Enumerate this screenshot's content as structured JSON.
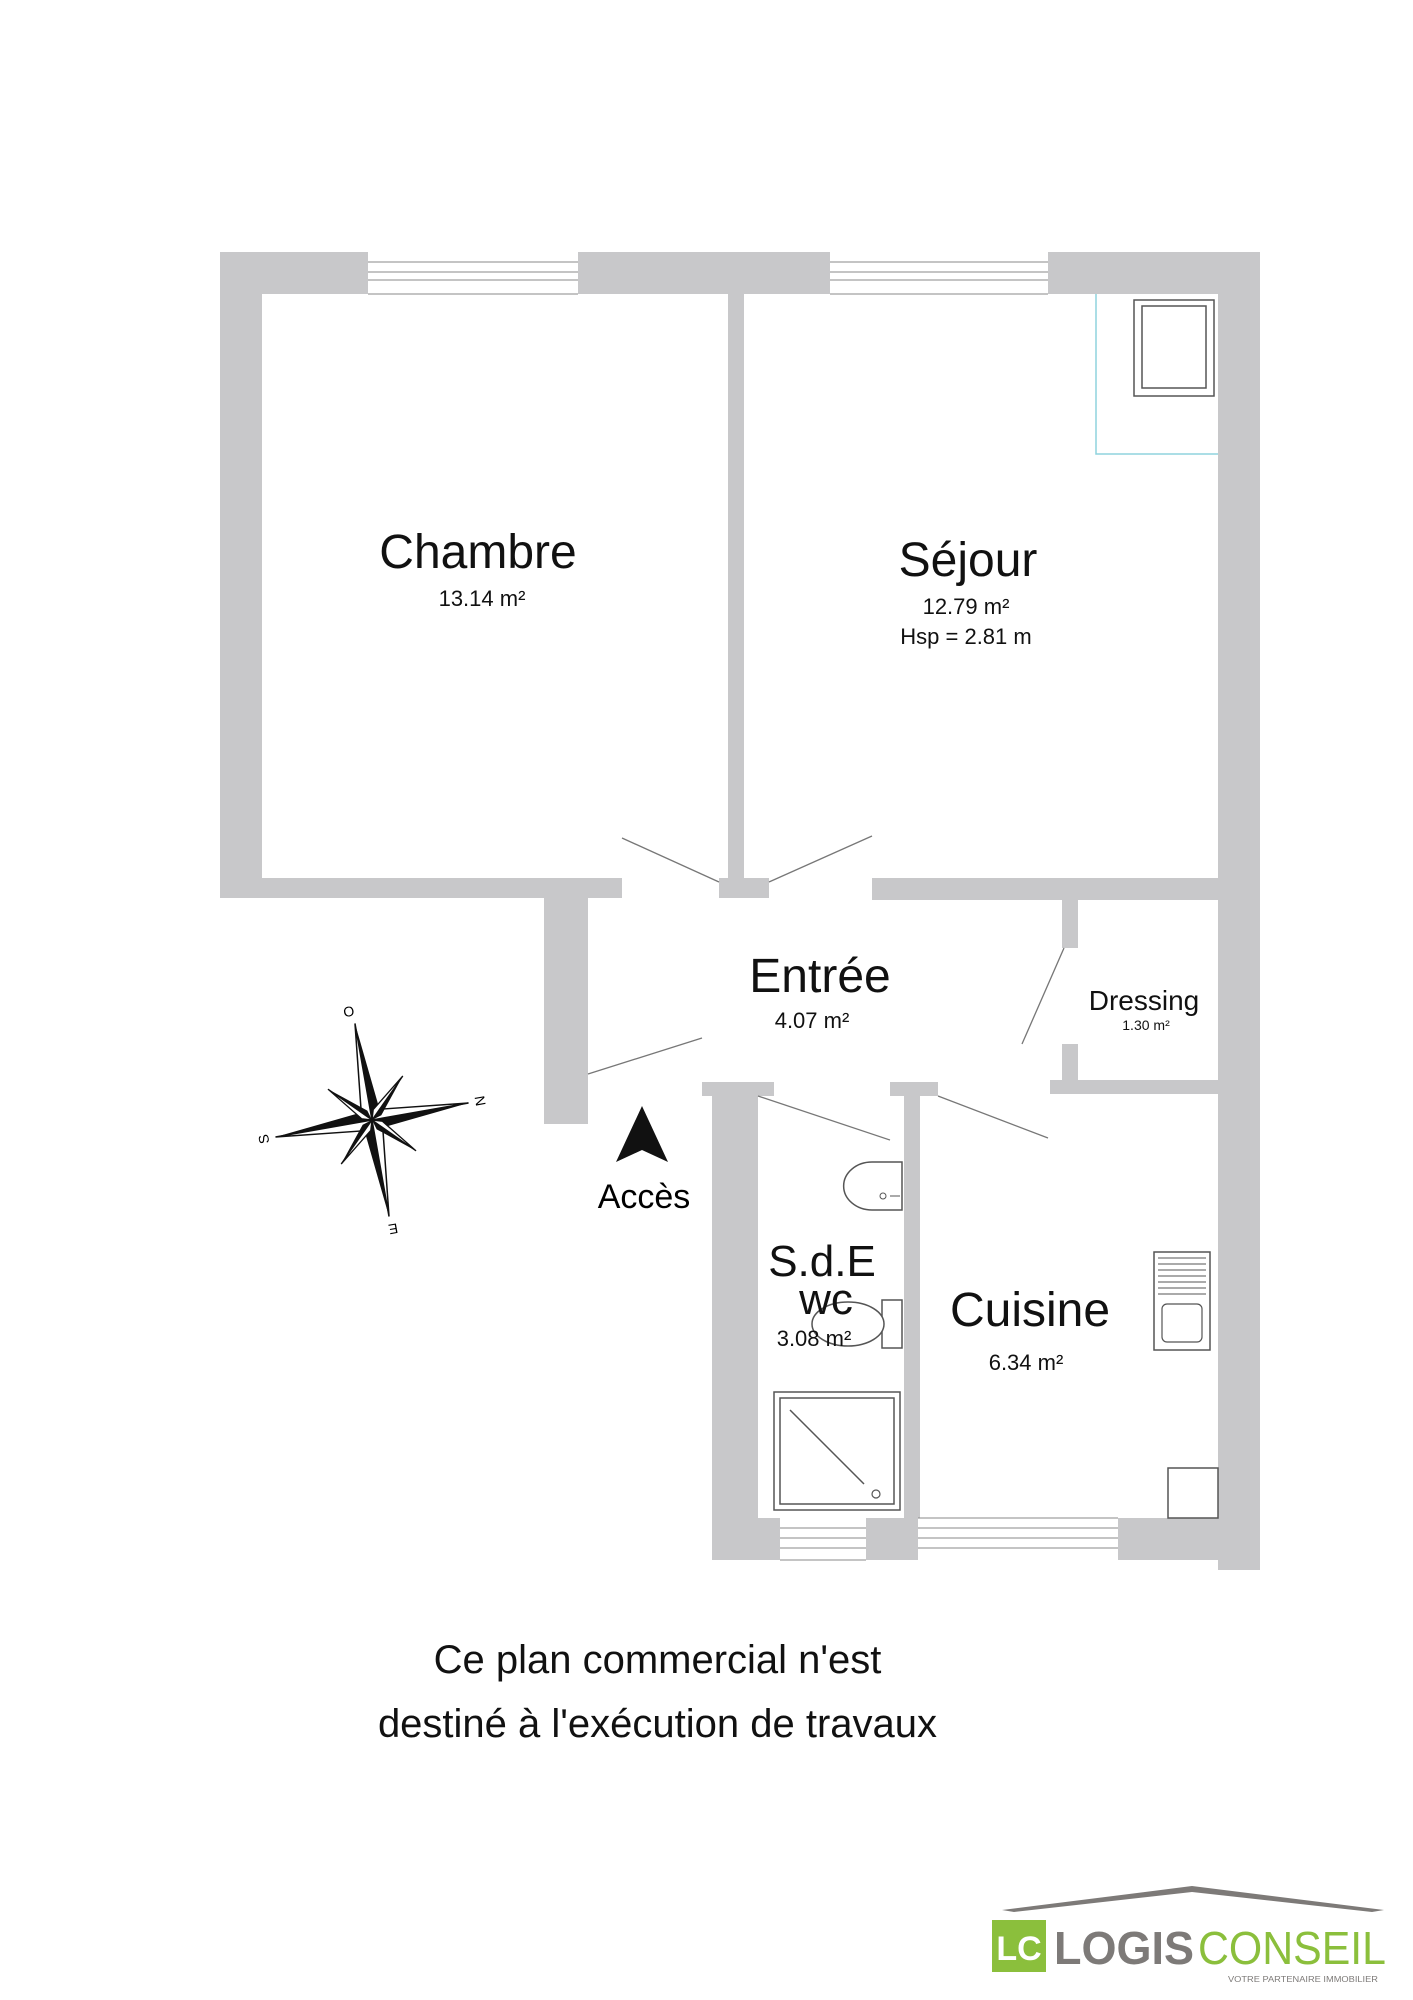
{
  "rooms": [
    {
      "name": "Chambre",
      "area": "13.14 m²"
    },
    {
      "name": "Séjour",
      "area": "12.79 m²",
      "height": "Hsp = 2.81 m"
    },
    {
      "name": "Entrée",
      "area": "4.07 m²"
    },
    {
      "name": "Dressing",
      "area": "1.30 m²"
    },
    {
      "name": "S.d.E",
      "name2": "wc",
      "area": "3.08 m²"
    },
    {
      "name": "Cuisine",
      "area": "6.34 m²"
    }
  ],
  "access_label": "Accès",
  "compass": {
    "north": "N",
    "south": "S",
    "east": "E",
    "west": "O"
  },
  "disclaimer": {
    "line1": "Ce plan commercial n'est",
    "line2": "destiné à l'exécution de travaux"
  },
  "logo": {
    "mark": "LC",
    "word1": "LOGIS",
    "word2": "CONSEIL",
    "tagline": "VOTRE PARTENAIRE IMMOBILIER"
  },
  "colors": {
    "wall": "#c8c8ca",
    "logo_green": "#8bbf3c",
    "logo_gray": "#7d7a78",
    "kitchen_zone": "#8fd3dd"
  }
}
